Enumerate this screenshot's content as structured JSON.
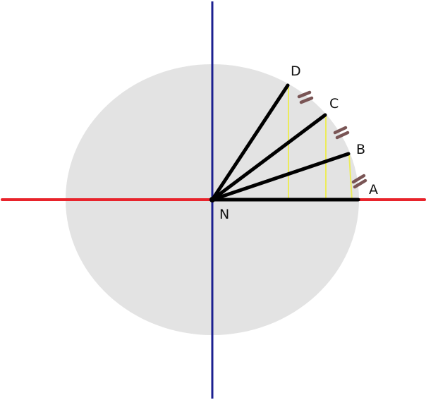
{
  "diagram": {
    "points": {
      "origin": "N",
      "A": "A",
      "B": "B",
      "C": "C",
      "D": "D"
    },
    "colors": {
      "disk": "#e3e3e3",
      "horizontal_axis": "#e8232b",
      "vertical_axis": "#1c2090",
      "rays": "#000000",
      "projections": "#ecec5a",
      "tick_marks": "#7a5555"
    }
  }
}
